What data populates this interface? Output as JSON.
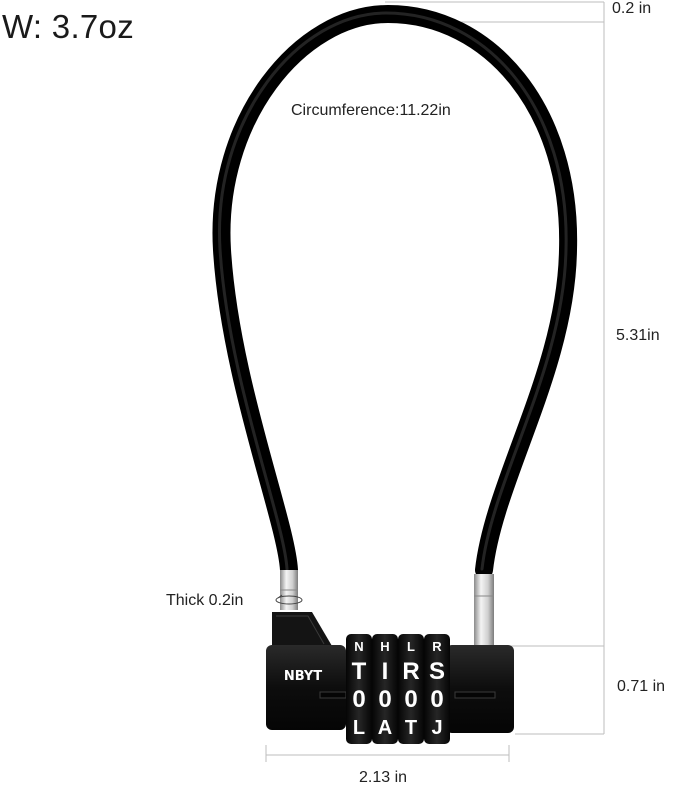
{
  "weight": "W: 3.7oz",
  "labels": {
    "circumference": "Circumference:11.22in",
    "top_gap": "0.2 in",
    "height": "5.31in",
    "body_height": "0.71 in",
    "width": "2.13 in",
    "thickness": "Thick 0.2in"
  },
  "lock": {
    "brand": "NBYT",
    "wheels": [
      {
        "top": "N",
        "mid": "T",
        "zero": "0",
        "low": "L"
      },
      {
        "top": "H",
        "mid": "I",
        "zero": "0",
        "low": "A"
      },
      {
        "top": "L",
        "mid": "R",
        "zero": "0",
        "low": "T"
      },
      {
        "top": "R",
        "mid": "S",
        "zero": "0",
        "low": "J"
      }
    ]
  },
  "colors": {
    "cable": "#0b0b0b",
    "body": "#141414",
    "dimension_line": "#bdbdbd"
  }
}
